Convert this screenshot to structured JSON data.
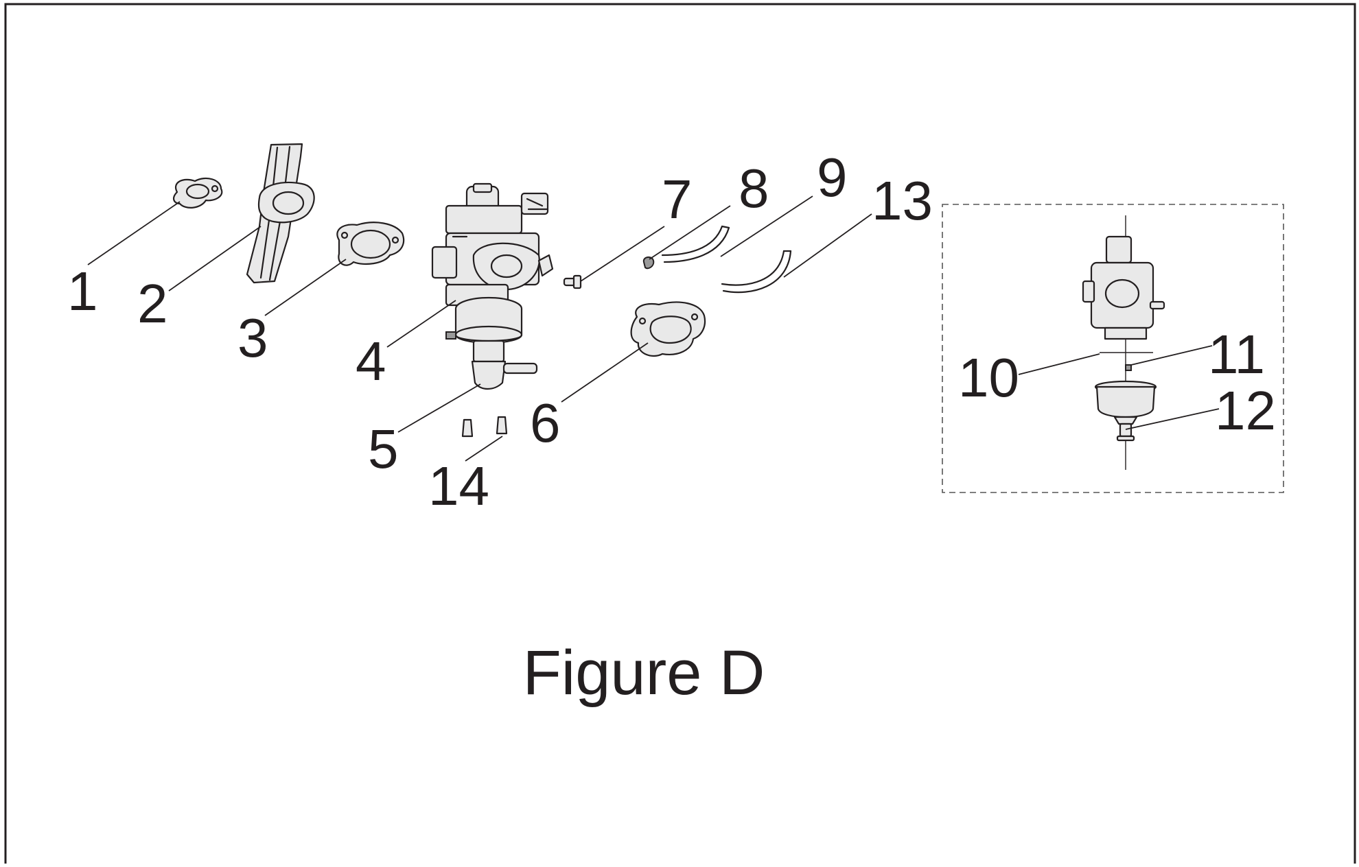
{
  "figure": {
    "caption": "Figure D",
    "callouts": {
      "c1": "1",
      "c2": "2",
      "c3": "3",
      "c4": "4",
      "c5": "5",
      "c6": "6",
      "c7": "7",
      "c8": "8",
      "c9": "9",
      "c10": "10",
      "c11": "11",
      "c12": "12",
      "c13": "13",
      "c14": "14"
    }
  },
  "colors": {
    "line": "#231f20",
    "background": "#ffffff"
  }
}
